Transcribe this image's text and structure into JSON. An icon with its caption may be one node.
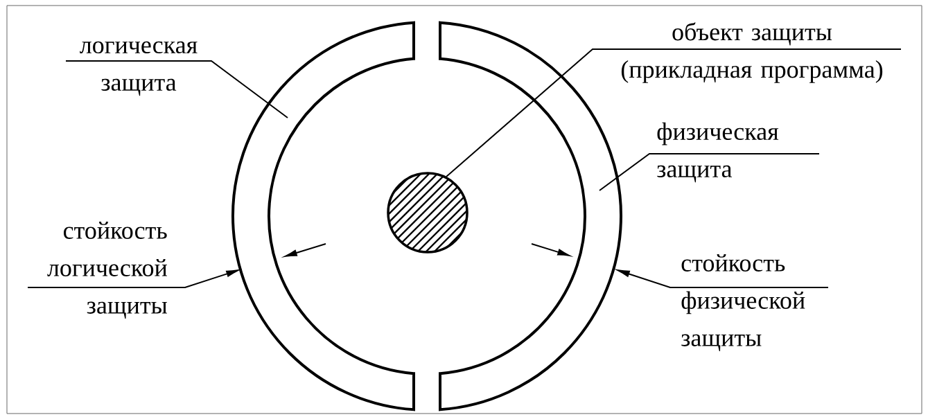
{
  "diagram": {
    "nodes": [
      {
        "text": [
          "логическая защита"
        ]
      },
      {
        "text": [
          "объект защиты (прикладная программа)"
        ]
      },
      {
        "text": [],
        "shape": "arc"
      },
      {
        "text": [],
        "shape": "arc"
      },
      {
        "text": [],
        "shape": "circle"
      },
      {
        "text": [
          "физическая защита"
        ]
      },
      {
        "text": [
          "стойкость логической защиты"
        ]
      },
      {
        "text": [
          "стойкость физической защиты"
        ]
      }
    ],
    "edges": [
      {
        "from": 0,
        "to": 2,
        "arrow": "none"
      },
      {
        "from": 1,
        "to": 4,
        "arrow": "none"
      },
      {
        "from": 5,
        "to": 3,
        "arrow": "none"
      },
      {
        "from": 6,
        "to": 2,
        "arrow": "to"
      },
      {
        "from": 4,
        "to": 2,
        "arrow": "to"
      },
      {
        "from": 7,
        "to": 3,
        "arrow": "to"
      },
      {
        "from": 4,
        "to": 3,
        "arrow": "to"
      }
    ]
  }
}
